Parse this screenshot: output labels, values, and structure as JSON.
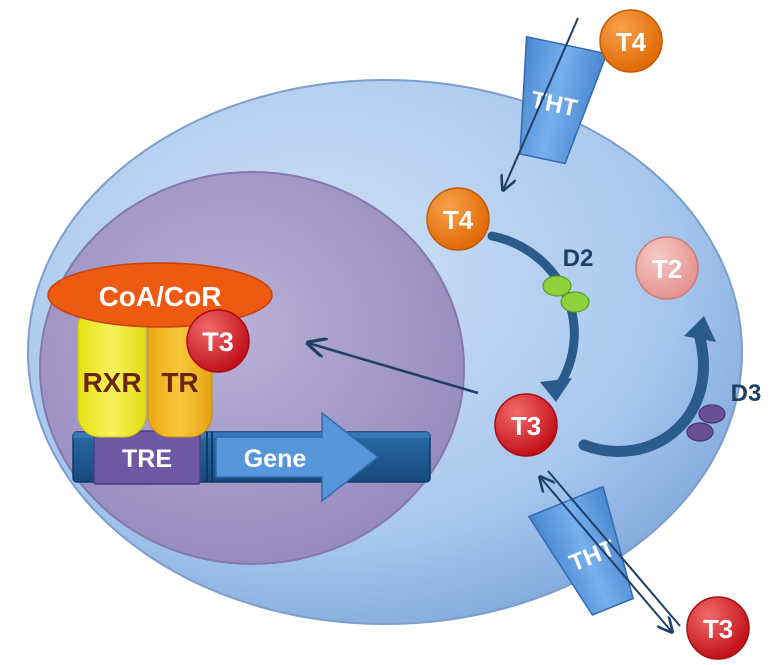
{
  "labels": {
    "coa_cor": "CoA/CoR",
    "rxr": "RXR",
    "tr": "TR",
    "t3_receptor": "T3",
    "tre": "TRE",
    "gene": "Gene",
    "tht_top": "THT",
    "tht_bottom": "THT",
    "t4_outside": "T4",
    "t4_inside": "T4",
    "d2": "D2",
    "d3": "D3",
    "t2": "T2",
    "t3_inside": "T3",
    "t3_outside": "T3"
  },
  "colors": {
    "cell": "#9cc1ea",
    "nucleus": "#a99ec8",
    "coa_cor": "#f05a0f",
    "rxr": "#f3ee2a",
    "tr": "#f4b81c",
    "t3": "#e2202a",
    "t4": "#f07a10",
    "t2": "#eca3a0",
    "tre": "#6f5aa6",
    "dna": "#1f5c96",
    "gene_arrow": "#5594d8",
    "transporter": "#5b9be0",
    "d2": "#8dd13c",
    "d3": "#6a4f96",
    "arrow": "#1f3f66"
  }
}
